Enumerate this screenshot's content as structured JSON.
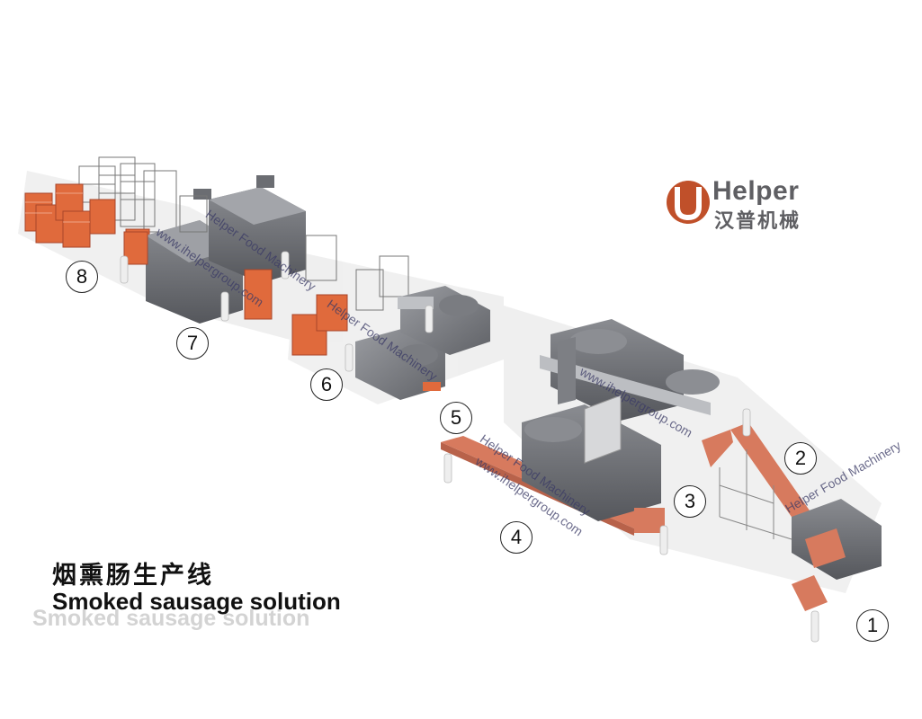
{
  "logo": {
    "text_en": "Helper",
    "text_zh": "汉普机械",
    "mark_color": "#c0502a",
    "text_color": "#5f5f63"
  },
  "title": {
    "zh": "烟熏肠生产线",
    "en": "Smoked sausage solution",
    "en_reflection": "Smoked sausage solution"
  },
  "stations": [
    {
      "label": "1"
    },
    {
      "label": "2"
    },
    {
      "label": "3"
    },
    {
      "label": "4"
    },
    {
      "label": "5"
    },
    {
      "label": "6"
    },
    {
      "label": "7"
    },
    {
      "label": "8"
    }
  ],
  "watermarks": {
    "brand": "Helper Food Machinery",
    "site": "www.ihelpergroup.com"
  },
  "colors": {
    "machine_gray": "#6d6f74",
    "rack_orange": "#e06a3c",
    "conveyor_red": "#d77a5e"
  }
}
